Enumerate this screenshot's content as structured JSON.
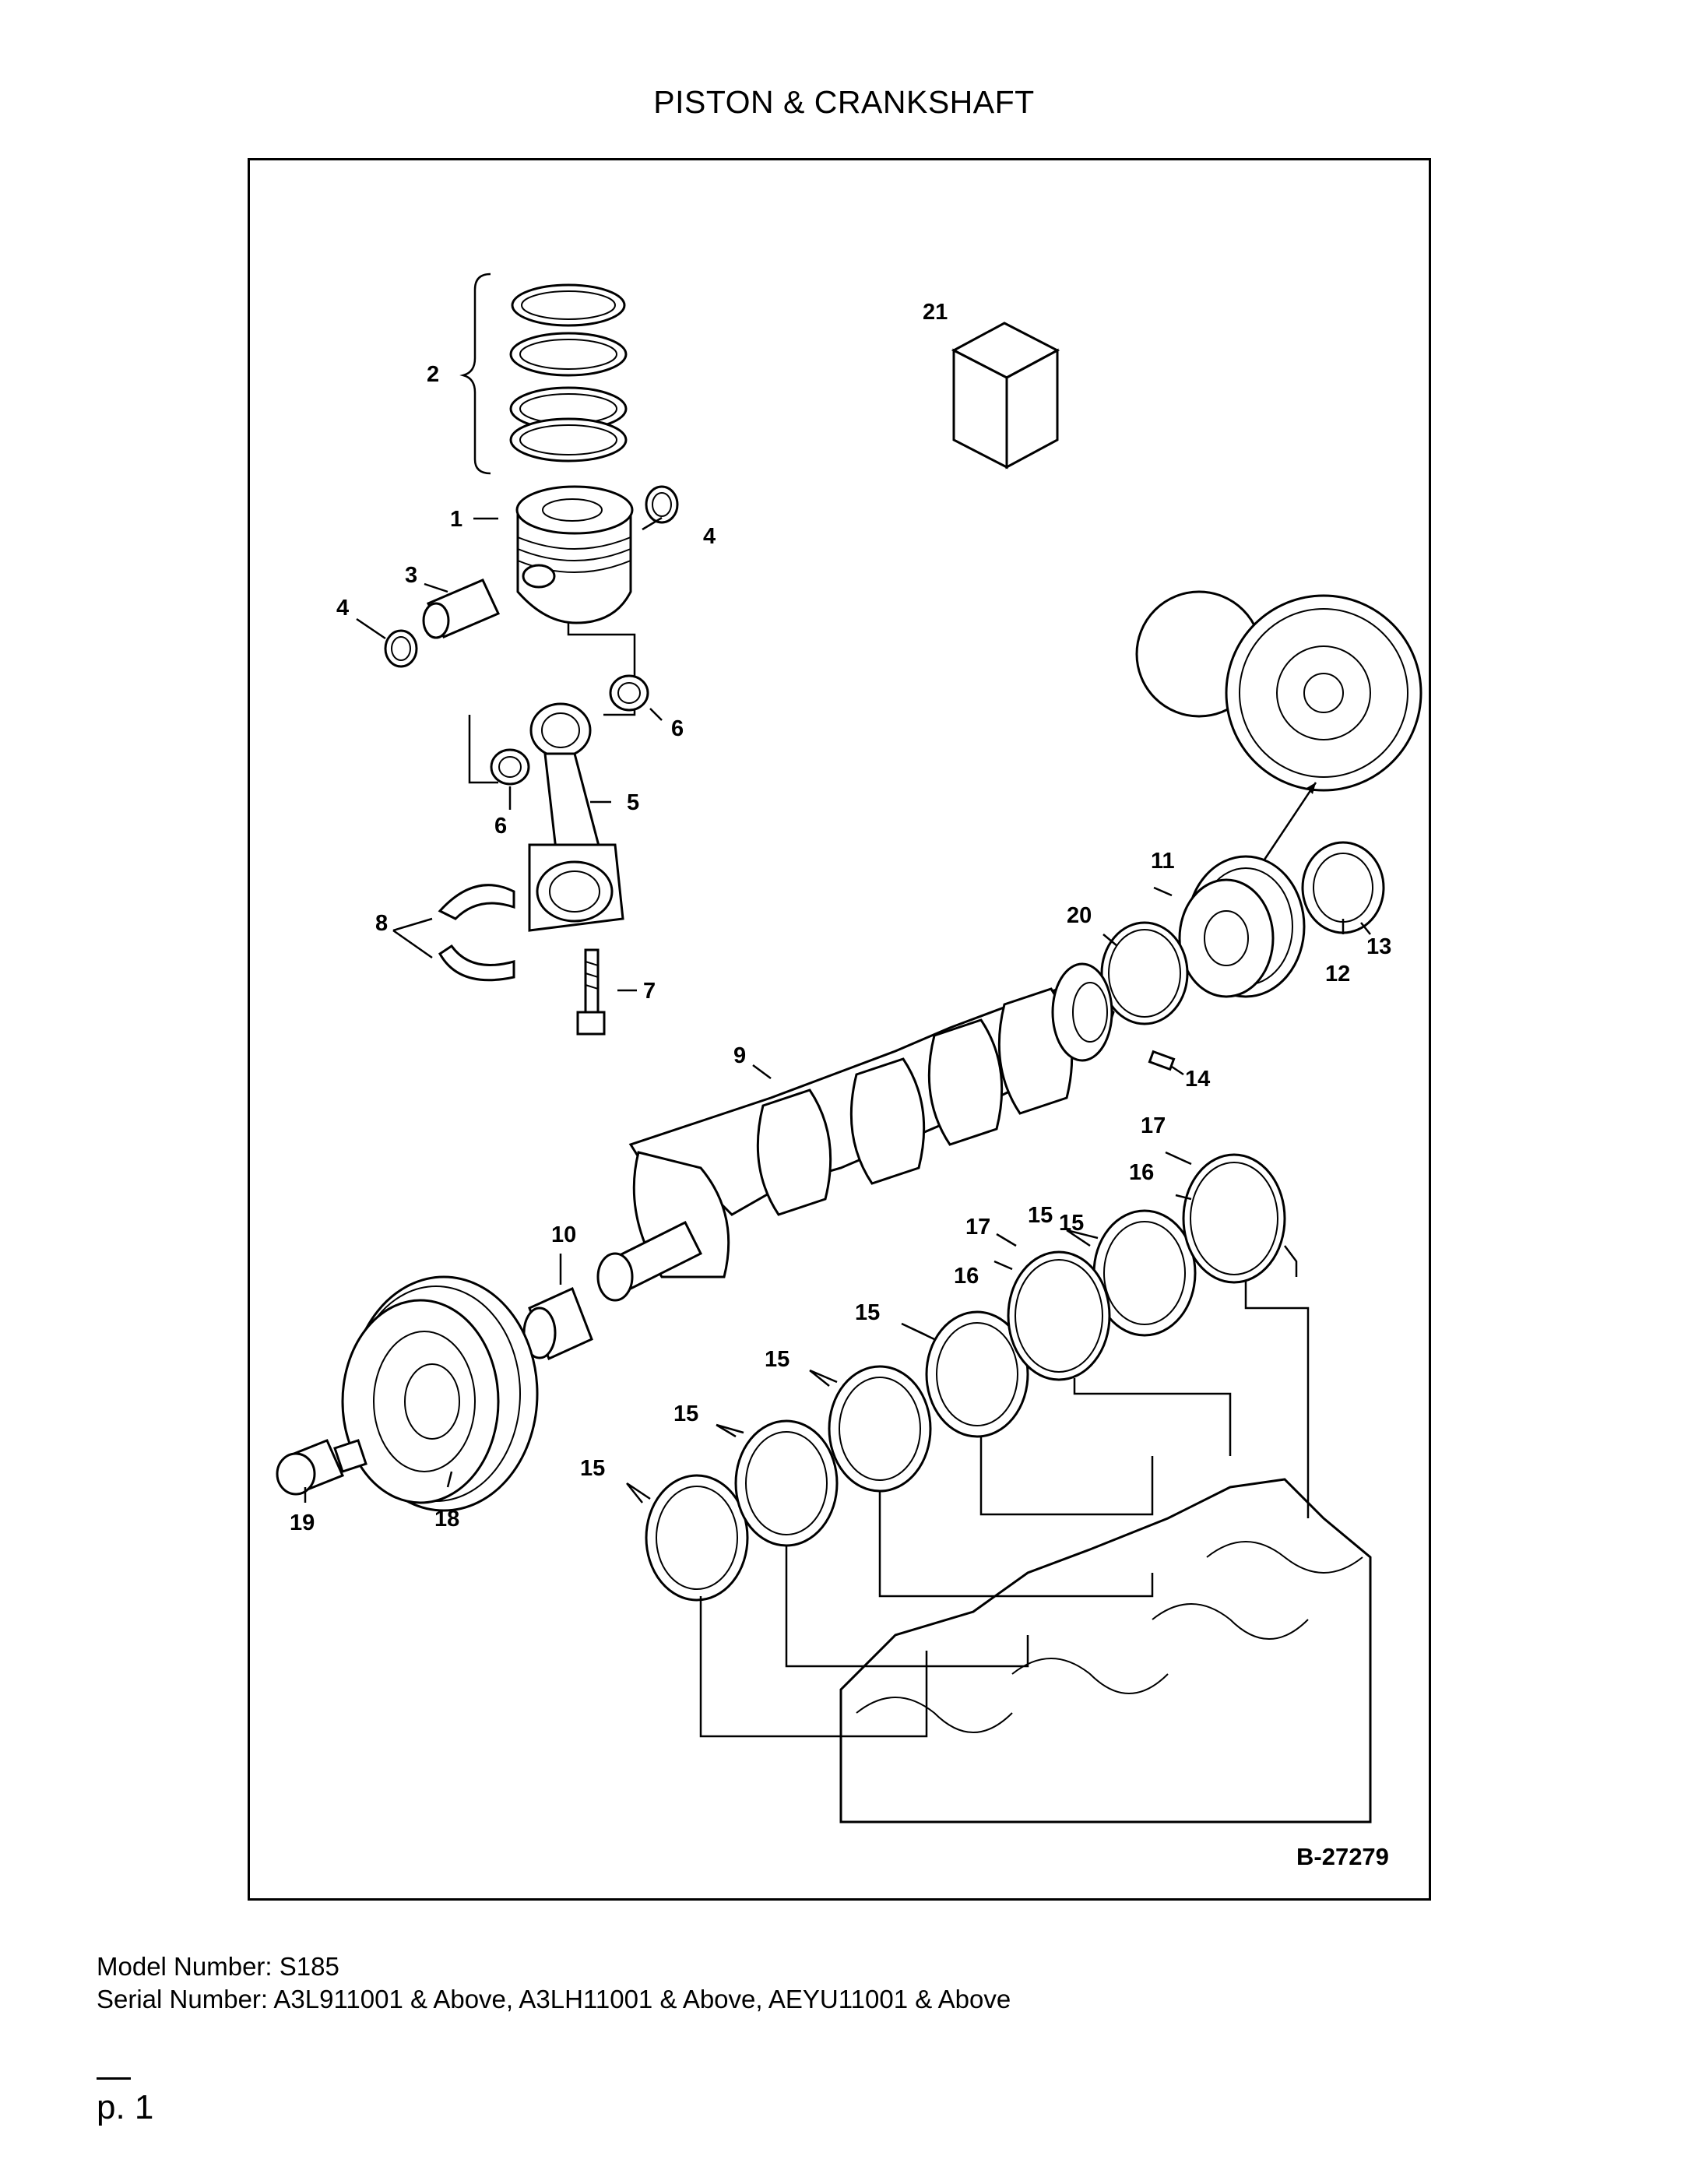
{
  "title": "PISTON & CRANKSHAFT",
  "figure_ref": "B-27279",
  "callouts": {
    "c1": "1",
    "c2": "2",
    "c3": "3",
    "c4a": "4",
    "c4b": "4",
    "c5": "5",
    "c6a": "6",
    "c6b": "6",
    "c7": "7",
    "c8": "8",
    "c9": "9",
    "c10": "10",
    "c11": "11",
    "c12": "12",
    "c13": "13",
    "c14": "14",
    "c15a": "15",
    "c15b": "15",
    "c15c": "15",
    "c15d": "15",
    "c15e": "15",
    "c15f": "15",
    "c16a": "16",
    "c16b": "16",
    "c17a": "17",
    "c17b": "17",
    "c18": "18",
    "c19": "19",
    "c20": "20",
    "c21": "21"
  },
  "model_number": "Model Number: S185",
  "serial_number": "Serial Number: A3L911001 & Above, A3LH11001 & Above, AEYU11001 & Above",
  "page": "p. 1"
}
